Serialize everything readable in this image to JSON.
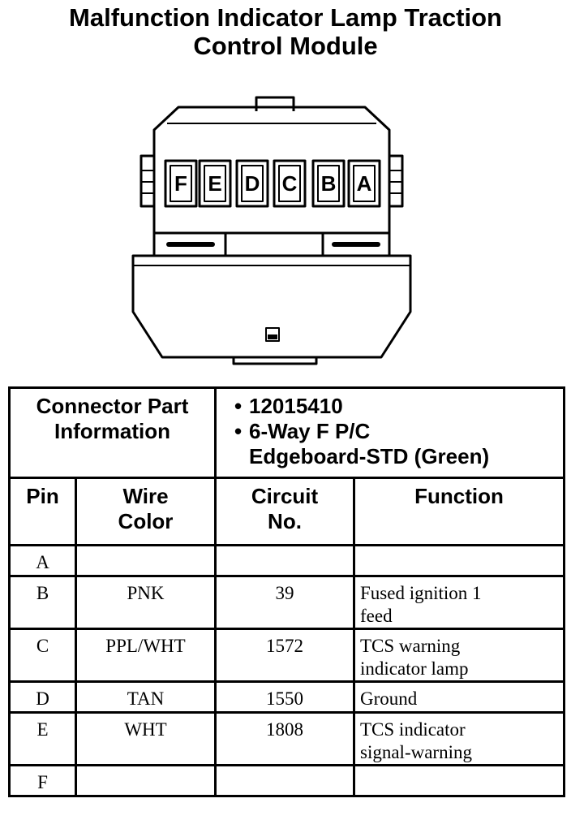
{
  "title": {
    "line1": "Malfunction Indicator Lamp Traction",
    "line2": "Control Module"
  },
  "connector": {
    "cavity_labels": [
      "F",
      "E",
      "D",
      "C",
      "B",
      "A"
    ]
  },
  "info": {
    "label_line1": "Connector Part",
    "label_line2": "Information",
    "bullet": "•",
    "part_number": "12015410",
    "description_line1": "6-Way F P/C",
    "description_line2": "Edgeboard-STD (Green)"
  },
  "columns": {
    "pin": "Pin",
    "wire_line1": "Wire",
    "wire_line2": "Color",
    "circuit_line1": "Circuit",
    "circuit_line2": "No.",
    "function": "Function"
  },
  "rows": [
    {
      "pin": "A",
      "wire": "",
      "circuit": "",
      "function_line1": "",
      "function_line2": ""
    },
    {
      "pin": "B",
      "wire": "PNK",
      "circuit": "39",
      "function_line1": "Fused ignition 1",
      "function_line2": "feed"
    },
    {
      "pin": "C",
      "wire": "PPL/WHT",
      "circuit": "1572",
      "function_line1": "TCS warning",
      "function_line2": "indicator lamp"
    },
    {
      "pin": "D",
      "wire": "TAN",
      "circuit": "1550",
      "function_line1": "Ground",
      "function_line2": ""
    },
    {
      "pin": "E",
      "wire": "WHT",
      "circuit": "1808",
      "function_line1": "TCS indicator",
      "function_line2": "signal-warning"
    },
    {
      "pin": "F",
      "wire": "",
      "circuit": "",
      "function_line1": "",
      "function_line2": ""
    }
  ]
}
